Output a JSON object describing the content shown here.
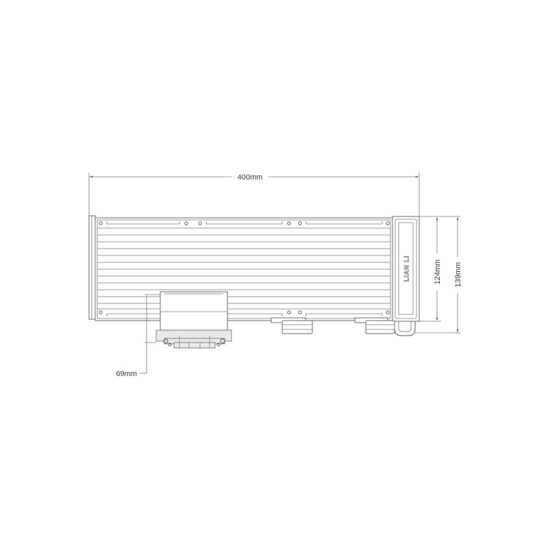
{
  "dimensions": {
    "length": "400mm",
    "height_core": "124mm",
    "height_total": "139mm",
    "pump_depth": "69mm"
  },
  "brand": {
    "logo": "LIAN LI"
  }
}
